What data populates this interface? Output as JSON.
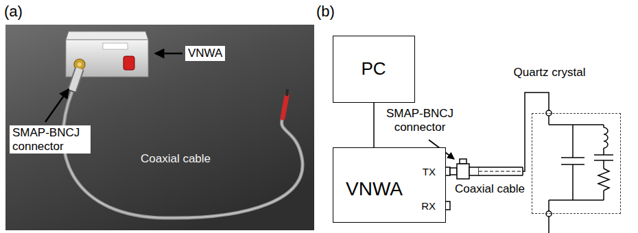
{
  "diagram": {
    "nodes": [
      {
        "text": [
          "PC"
        ]
      },
      {
        "text": [
          "VNWA",
          "TX",
          "RX"
        ]
      },
      {
        "text": [
          "Quartz crystal"
        ]
      }
    ],
    "edges": [
      {
        "from": 0,
        "to": 1,
        "arrow": "none"
      },
      {
        "from": 1,
        "to": 2,
        "arrow": "none"
      }
    ],
    "labels": [
      "(a)",
      "(b)",
      "VNWA",
      "SMAP-BNCJ connector",
      "Coaxial cable",
      "SMAP-BNCJ connector",
      "Coaxial cable"
    ]
  }
}
